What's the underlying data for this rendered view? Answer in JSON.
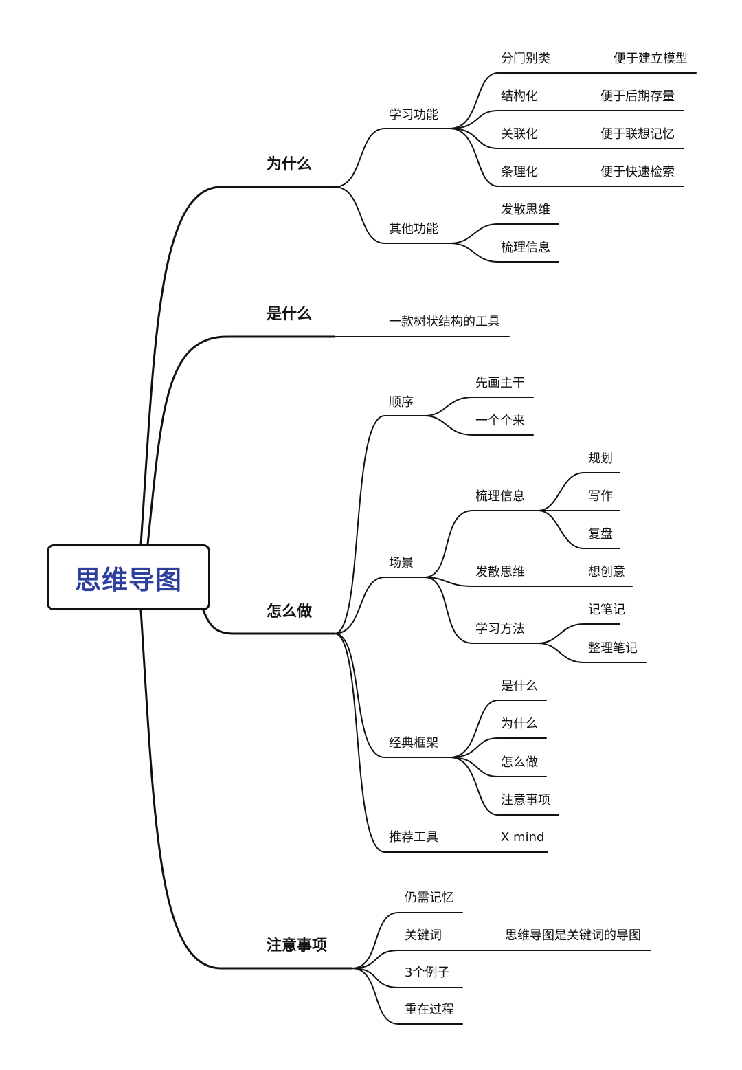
{
  "root": {
    "label": "思维导图",
    "color": "#2f3f9e"
  },
  "branches": {
    "why": {
      "label": "为什么",
      "learning": {
        "label": "学习功能",
        "items": [
          {
            "label": "分门别类",
            "note": "便于建立模型"
          },
          {
            "label": "结构化",
            "note": "便于后期存量"
          },
          {
            "label": "关联化",
            "note": "便于联想记忆"
          },
          {
            "label": "条理化",
            "note": "便于快速检索"
          }
        ]
      },
      "other": {
        "label": "其他功能",
        "items": [
          "发散思维",
          "梳理信息"
        ]
      }
    },
    "what": {
      "label": "是什么",
      "item": "一款树状结构的工具"
    },
    "how": {
      "label": "怎么做",
      "order": {
        "label": "顺序",
        "items": [
          "先画主干",
          "一个个来"
        ]
      },
      "scene": {
        "label": "场景",
        "sort": {
          "label": "梳理信息",
          "items": [
            "规划",
            "写作",
            "复盘"
          ]
        },
        "diverge": {
          "label": "发散思维",
          "item": "想创意"
        },
        "study": {
          "label": "学习方法",
          "items": [
            "记笔记",
            "整理笔记"
          ]
        }
      },
      "framework": {
        "label": "经典框架",
        "items": [
          "是什么",
          "为什么",
          "怎么做",
          "注意事项"
        ]
      },
      "tool": {
        "label": "推荐工具",
        "item": "X mind"
      }
    },
    "notes": {
      "label": "注意事项",
      "items": [
        "仍需记忆",
        "关键词",
        "3个例子",
        "重在过程"
      ],
      "keyword_note": "思维导图是关键词的导图"
    }
  }
}
